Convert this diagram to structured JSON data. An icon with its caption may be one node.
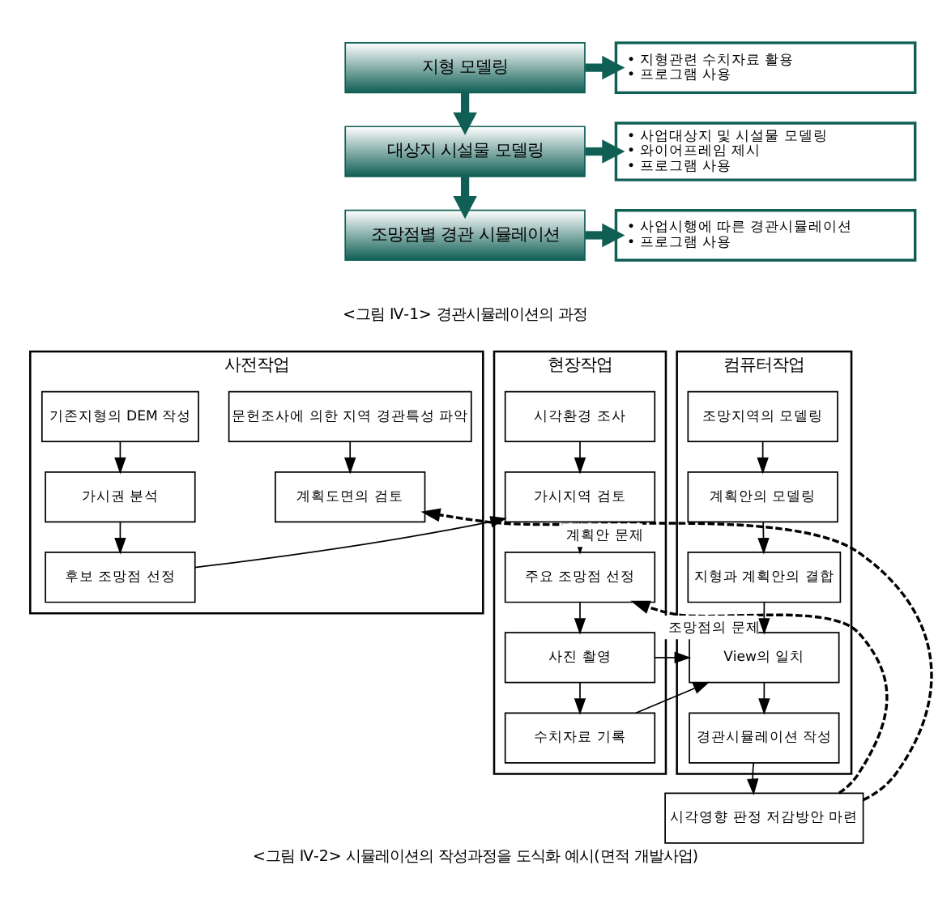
{
  "diagram": {
    "caption": "<그림 Ⅳ-2> 시뮬레이션의 작성과정을 도식화 예시(면적 개발사업)",
    "nodes": [
      {
        "text": [
          "지형 모델링"
        ]
      },
      {
        "text": [
          "• 지형관련 수치자료 활용",
          "• 프로그램 사용"
        ]
      },
      {
        "text": [
          "대상지 시설물 모델링"
        ]
      },
      {
        "text": [
          "• 사업대상지 및 시설물 모델링",
          "• 와이어프레임 제시",
          "• 프로그램 사용"
        ]
      },
      {
        "text": [
          "조망점별 경관 시뮬레이션"
        ]
      },
      {
        "text": [
          "• 사업시행에 따른 경관시뮬레이션",
          "• 프로그램 사용"
        ]
      },
      {
        "text": [
          "사전작업"
        ]
      },
      {
        "text": [
          "문헌조사에 의한 지역 경관특성 파악"
        ],
        "in": 6
      },
      {
        "text": [
          "계획도면의 검토"
        ],
        "in": 6
      },
      {
        "text": [
          "기존지형의 DEM 작성"
        ],
        "in": 6
      },
      {
        "text": [
          "가시권 분석"
        ],
        "in": 6
      },
      {
        "text": [
          "후보 조망점 선정"
        ],
        "in": 6
      },
      {
        "text": [
          "현장작업"
        ]
      },
      {
        "text": [
          "시각환경 조사"
        ],
        "in": 12
      },
      {
        "text": [
          "가시지역 검토"
        ],
        "in": 12
      },
      {
        "text": [
          "주요 조망점 선정"
        ],
        "in": 12
      },
      {
        "text": [
          "사진 촬영"
        ],
        "in": 12
      },
      {
        "text": [
          "수치자료 기록"
        ],
        "in": 12
      },
      {
        "text": [
          "컴퓨터작업"
        ]
      },
      {
        "text": [
          "조망지역의 모델링"
        ],
        "in": 18
      },
      {
        "text": [
          "계획안의 모델링"
        ],
        "in": 18
      },
      {
        "text": [
          "지형과 계획안의 결합"
        ],
        "in": 18
      },
      {
        "text": [
          "View의 일치"
        ],
        "in": 18
      },
      {
        "text": [
          "경관시뮬레이션 작성"
        ],
        "in": 18
      },
      {
        "text": [
          "시각영향 판정 저감방안 마련"
        ]
      }
    ],
    "edges": [
      {
        "from": 0,
        "to": 1,
        "arrow": "to",
        "style": "thick",
        "color": "#0f5f55"
      },
      {
        "from": 0,
        "to": 2,
        "arrow": "to",
        "style": "thick",
        "color": "#0f5f55"
      },
      {
        "from": 2,
        "to": 3,
        "arrow": "to",
        "style": "thick",
        "color": "#0f5f55"
      },
      {
        "from": 2,
        "to": 4,
        "arrow": "to",
        "style": "thick",
        "color": "#0f5f55"
      },
      {
        "from": 4,
        "to": 5,
        "arrow": "to",
        "style": "thick",
        "color": "#0f5f55"
      },
      {
        "from": 7,
        "to": 8,
        "arrow": "to"
      },
      {
        "from": 9,
        "to": 10,
        "arrow": "to"
      },
      {
        "from": 10,
        "to": 11,
        "arrow": "to"
      },
      {
        "from": 11,
        "to": 14,
        "arrow": "to"
      },
      {
        "from": 13,
        "to": 14,
        "arrow": "to"
      },
      {
        "from": 14,
        "to": 15,
        "arrow": "to"
      },
      {
        "from": 15,
        "to": 16,
        "arrow": "to"
      },
      {
        "from": 16,
        "to": 17,
        "arrow": "to"
      },
      {
        "from": 16,
        "to": 22,
        "arrow": "to"
      },
      {
        "from": 17,
        "to": 22,
        "arrow": "to"
      },
      {
        "from": 19,
        "to": 20,
        "arrow": "to"
      },
      {
        "from": 20,
        "to": 21,
        "arrow": "to"
      },
      {
        "from": 21,
        "to": 22,
        "arrow": "to"
      },
      {
        "from": 22,
        "to": 23,
        "arrow": "to"
      },
      {
        "from": 23,
        "to": 24,
        "arrow": "to"
      },
      {
        "from": 24,
        "to": 8,
        "arrow": "to",
        "style": "dashed",
        "label": "계획안 문제"
      },
      {
        "from": 24,
        "to": 15,
        "arrow": "to",
        "style": "dashed",
        "label": "조망점의 문제"
      }
    ],
    "labels": [
      "<그림 Ⅳ-1> 경관시뮬레이션의 과정"
    ]
  }
}
